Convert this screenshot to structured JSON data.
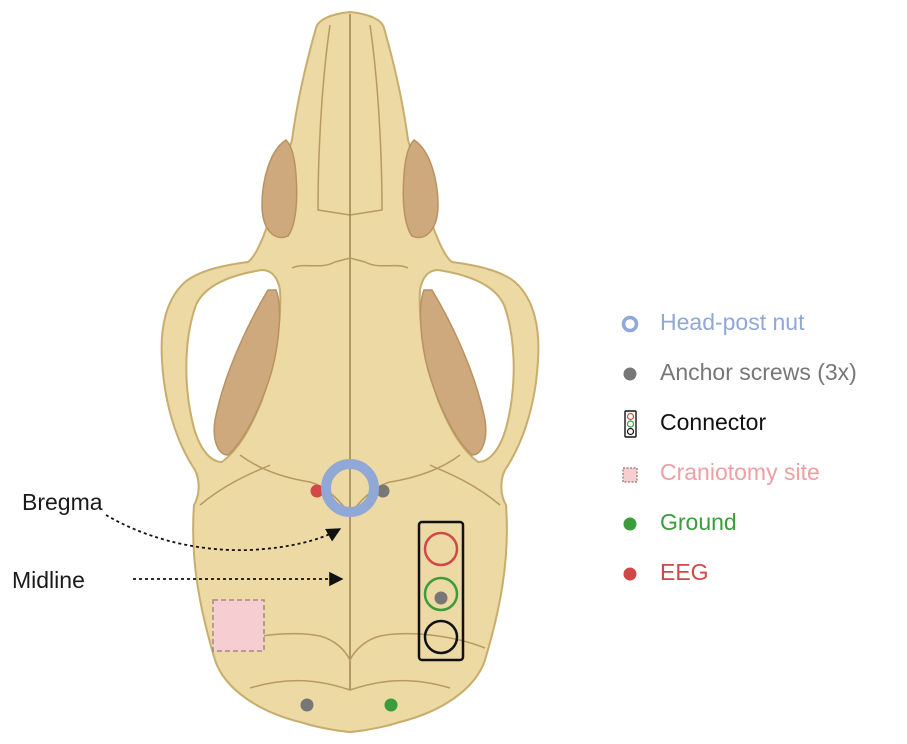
{
  "annotations": {
    "bregma": "Bregma",
    "midline": "Midline"
  },
  "legend": {
    "items": [
      {
        "key": "head-post",
        "label": "Head-post nut",
        "color": "#8fa8d6",
        "icon": "ring-icon"
      },
      {
        "key": "anchor",
        "label": "Anchor screws (3x)",
        "color": "#777777",
        "icon": "dot-icon"
      },
      {
        "key": "connector",
        "label": "Connector",
        "color": "#111111",
        "icon": "connector-icon"
      },
      {
        "key": "craniotomy",
        "label": "Craniotomy site",
        "color": "#ee9fa3",
        "icon": "dashed-square-icon"
      },
      {
        "key": "ground",
        "label": "Ground",
        "color": "#3a9c3a",
        "icon": "dot-icon"
      },
      {
        "key": "eeg",
        "label": "EEG",
        "color": "#d24848",
        "icon": "dot-icon"
      }
    ]
  },
  "colors": {
    "bone": "#ecd9a4",
    "bone_outline": "#c8ad6d",
    "muscle": "#cfa97e",
    "suture": "#b89a5e"
  }
}
